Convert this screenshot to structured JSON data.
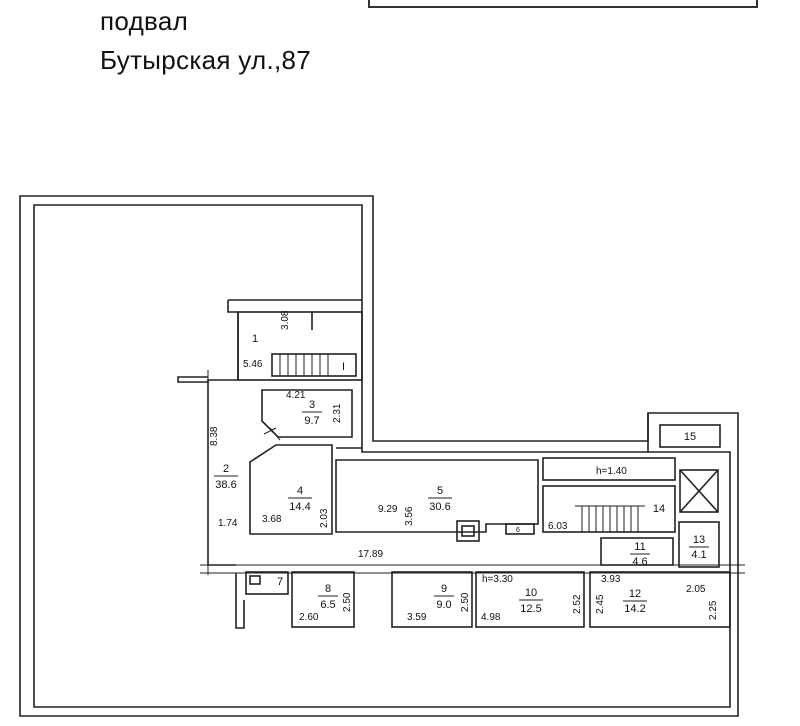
{
  "title": {
    "line1": "подвал",
    "line2": "Бутырская ул.,87"
  },
  "rooms": [
    {
      "id": "1",
      "number": "1"
    },
    {
      "id": "2",
      "number": "2",
      "area": "38.6"
    },
    {
      "id": "3",
      "number": "3",
      "area": "9.7"
    },
    {
      "id": "4",
      "number": "4",
      "area": "14.4"
    },
    {
      "id": "5",
      "number": "5",
      "area": "30.6"
    },
    {
      "id": "7",
      "number": "7"
    },
    {
      "id": "8",
      "number": "8",
      "area": "6.5"
    },
    {
      "id": "9",
      "number": "9",
      "area": "9.0"
    },
    {
      "id": "10",
      "number": "10",
      "area": "12.5"
    },
    {
      "id": "11",
      "number": "11",
      "area": "4.6"
    },
    {
      "id": "12",
      "number": "12",
      "area": "14.2"
    },
    {
      "id": "13",
      "number": "13",
      "area": "4.1"
    },
    {
      "id": "14",
      "number": "14"
    },
    {
      "id": "15",
      "number": "15"
    }
  ],
  "dimensions": {
    "d308": "3.08",
    "d546": "5.46",
    "d421": "4.21",
    "d231": "2.31",
    "d838": "8.38",
    "d368": "3.68",
    "d203": "2.03",
    "d174": "1.74",
    "d929": "9.29",
    "d356": "3.56",
    "d603": "6.03",
    "d1789": "17.89",
    "d260": "2.60",
    "d250a": "2.50",
    "d359": "3.59",
    "d250b": "2.50",
    "d498": "4.98",
    "d252": "2.52",
    "d393": "3.93",
    "d245": "2.45",
    "d205": "2.05",
    "d225": "2.25"
  },
  "heights": {
    "h140": "h=1.40",
    "h330": "h=3.30"
  },
  "marks": {
    "stair_I": "I",
    "small_6": "6"
  }
}
